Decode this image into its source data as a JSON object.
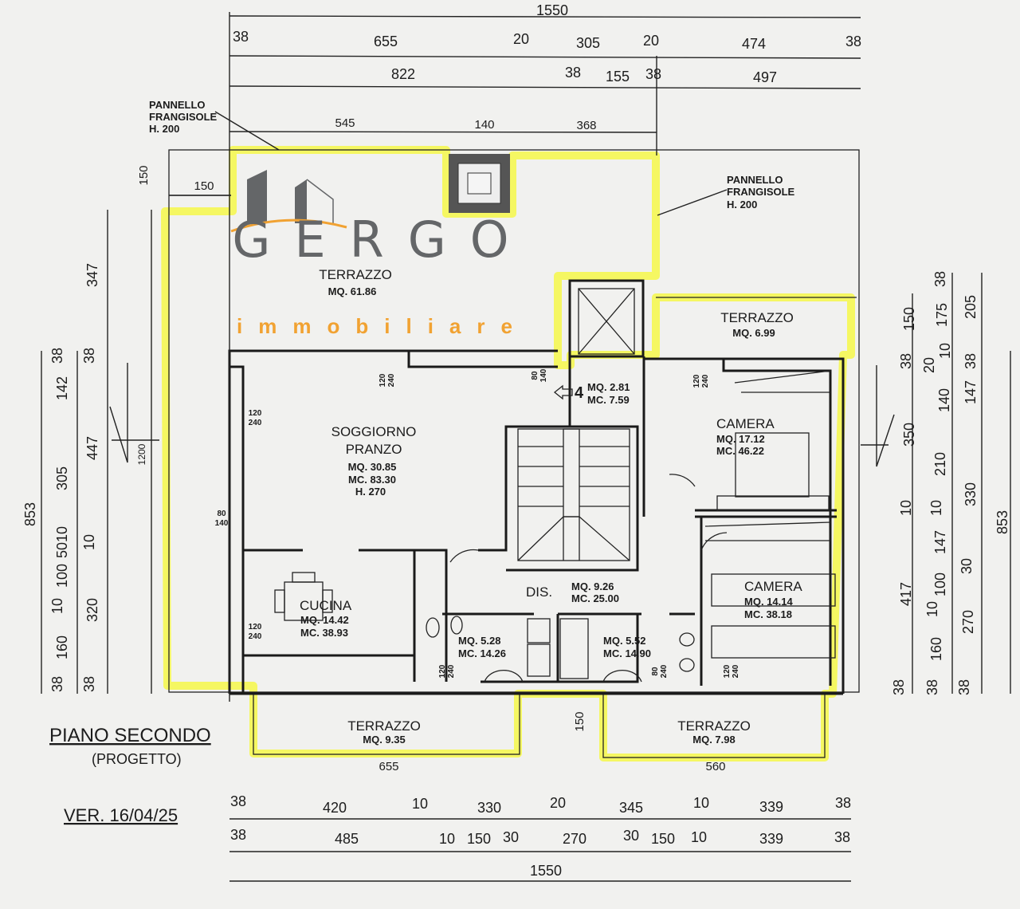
{
  "title": {
    "floor": "PIANO SECONDO",
    "subtitle": "(PROGETTO)",
    "version": "VER. 16/04/25"
  },
  "notes": {
    "panel_left": [
      "PANNELLO",
      "FRANGISOLE",
      "H. 200"
    ],
    "panel_right": [
      "PANNELLO",
      "FRANGISOLE",
      "H. 200"
    ]
  },
  "rooms": {
    "terrazzo_main": {
      "name": "TERRAZZO",
      "mq": "MQ. 61.86"
    },
    "terrazzo_ne": {
      "name": "TERRAZZO",
      "mq": "MQ. 6.99"
    },
    "soggiorno": {
      "name1": "SOGGIORNO",
      "name2": "PRANZO",
      "mq": "MQ. 30.85",
      "mc": "MC. 83.30",
      "h": "H. 270"
    },
    "cucina": {
      "name": "CUCINA",
      "mq": "MQ. 14.42",
      "mc": "MC. 38.93"
    },
    "ingresso": {
      "number": "4",
      "mq": "MQ. 2.81",
      "mc": "MC. 7.59"
    },
    "camera1": {
      "name": "CAMERA",
      "mq": "MQ. 17.12",
      "mc": "MC. 46.22"
    },
    "camera2": {
      "name": "CAMERA",
      "mq": "MQ. 14.14",
      "mc": "MC. 38.18"
    },
    "dis": {
      "name": "DIS.",
      "mq": "MQ. 9.26",
      "mc": "MC. 25.00"
    },
    "bagno1": {
      "mq": "MQ. 5.28",
      "mc": "MC. 14.26"
    },
    "bagno2": {
      "mq": "MQ. 5.52",
      "mc": "MC. 14.90"
    },
    "terrazzo_s1": {
      "name": "TERRAZZO",
      "mq": "MQ. 9.35"
    },
    "terrazzo_s2": {
      "name": "TERRAZZO",
      "mq": "MQ. 7.98"
    }
  },
  "windows": {
    "w1": [
      "120",
      "240"
    ],
    "w2": [
      "120",
      "240"
    ],
    "w3": [
      "120",
      "240"
    ],
    "w4": [
      "120",
      "240"
    ],
    "w5": [
      "120",
      "240"
    ],
    "w6": [
      "120",
      "240"
    ],
    "d1": [
      "80",
      "140"
    ],
    "d2": [
      "80",
      "140"
    ],
    "d3": [
      "80",
      "240"
    ]
  },
  "dims": {
    "top": {
      "total": "1550",
      "row2": [
        "38",
        "655",
        "20",
        "305",
        "20",
        "474",
        "38"
      ],
      "row3": [
        "822",
        "38",
        "155",
        "38",
        "497"
      ],
      "row4": [
        "545",
        "140",
        "368"
      ]
    },
    "top_left_150": [
      "150",
      "150"
    ],
    "bottom": {
      "row1": [
        "38",
        "420",
        "10",
        "330",
        "20",
        "345",
        "10",
        "339",
        "38"
      ],
      "row2": [
        "38",
        "485",
        "10",
        "150",
        "30",
        "270",
        "30",
        "150",
        "10",
        "339",
        "38"
      ],
      "total": "1550",
      "terrace": [
        "655",
        "560",
        "150"
      ]
    },
    "left": {
      "outer": "853",
      "col2": [
        "38",
        "142",
        "305",
        "5010",
        "100",
        "10",
        "160",
        "38"
      ],
      "col3": [
        "347",
        "38",
        "447",
        "10",
        "320",
        "38"
      ],
      "total": "1200"
    },
    "right": {
      "col1": [
        "150",
        "38",
        "350",
        "10",
        "417",
        "38"
      ],
      "col2": [
        "38",
        "175",
        "20",
        "10",
        "140",
        "210",
        "10",
        "147",
        "100",
        "10",
        "160",
        "38"
      ],
      "col3": [
        "205",
        "38",
        "147",
        "330",
        "30",
        "270",
        "38"
      ],
      "outer": "853"
    }
  },
  "logo": {
    "brand": "GERGO",
    "sub": "immobiliare"
  },
  "colors": {
    "highlight": "#f4f75a",
    "logo_grey": "#55575a",
    "logo_orange": "#f29a1e",
    "paper": "#f1f1ef"
  }
}
